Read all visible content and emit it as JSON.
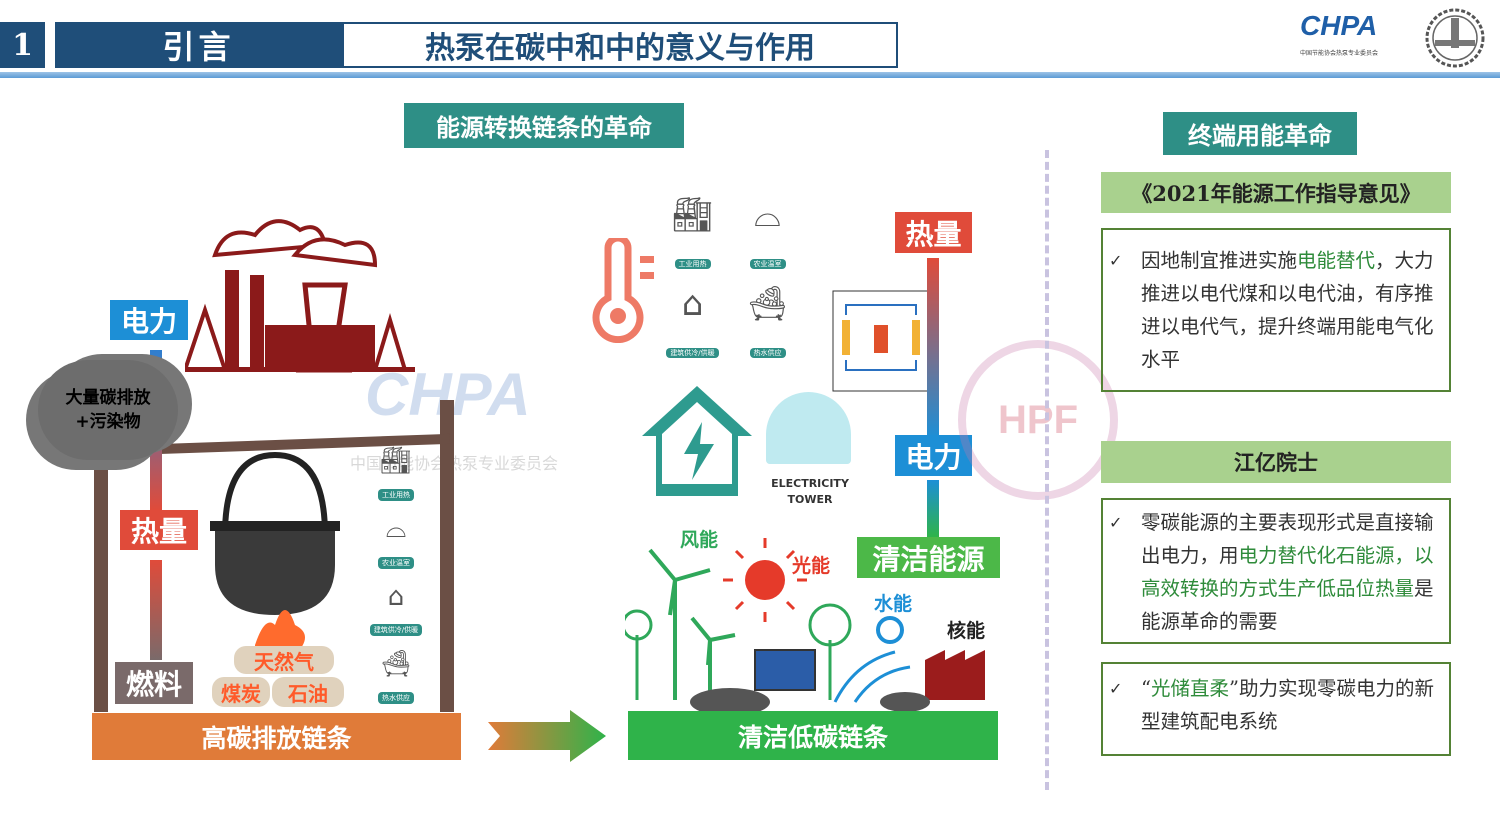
{
  "header": {
    "slide_number": "1",
    "section": "引言",
    "title": "热泵在碳中和中的意义与作用",
    "logo_text": "CHPA",
    "logo_subtitle": "中国节能协会热泵专业委员会"
  },
  "left": {
    "title": "能源转换链条的革命",
    "old_chain": {
      "label": "高碳排放链条",
      "electricity": "电力",
      "heat": "热量",
      "fuel": "燃料",
      "emission": "大量碳排放\n+污染物",
      "fuels": [
        "天然气",
        "煤炭",
        "石油"
      ]
    },
    "new_chain": {
      "label": "清洁低碳链条",
      "heat": "热量",
      "electricity": "电力",
      "clean_energy": "清洁能源",
      "sources": [
        "风能",
        "光能",
        "水能",
        "核能"
      ],
      "tower_label": "ELECTRICITY\nTOWER"
    },
    "heat_uses": [
      "工业用热",
      "农业温室",
      "建筑供冷/供暖",
      "热水供应"
    ],
    "watermark": "CHPA",
    "watermark_sub": "中国节能协会热泵专业委员会",
    "stamp": "HPF"
  },
  "right": {
    "title": "终端用能革命",
    "policy_title": "《2021年能源工作指导意见》",
    "policy_box": [
      {
        "t": "因地制宜推进实施"
      },
      {
        "t": "电能替代",
        "hl": true
      },
      {
        "t": "，大力推进以电代煤和以电代油，有序推进以电代气，提升终端用能电气化水平"
      }
    ],
    "expert_title": "江亿院士",
    "expert_box": [
      {
        "t": "零碳能源的主要表现形式是直接输出电力，用"
      },
      {
        "t": "电力替代化石能源，以高效转换的方式生产低品位热量",
        "hl": true
      },
      {
        "t": "是能源革命的需要"
      }
    ],
    "third_box": [
      {
        "t": "“"
      },
      {
        "t": "光储直柔",
        "hl": true
      },
      {
        "t": "”助力实现零碳电力的新型建筑配电系统"
      }
    ],
    "check": "✓"
  },
  "colors": {
    "navy": "#1f4e79",
    "teal": "#2e8f86",
    "orange": "#e07b39",
    "green": "#2fb34a",
    "red": "#e04b3a",
    "blue": "#1d8fd6"
  }
}
